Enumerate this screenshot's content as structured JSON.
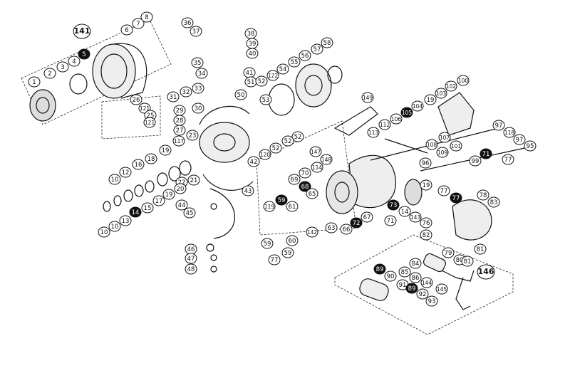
{
  "labels": [
    "1",
    "2",
    "3",
    "4",
    "5",
    "6",
    "7",
    "8",
    "36",
    "37",
    "38",
    "39",
    "40",
    "141",
    "35",
    "34",
    "41",
    "31",
    "32",
    "33",
    "30",
    "29",
    "28",
    "27",
    "26",
    "121",
    "25",
    "121",
    "23",
    "117",
    "19",
    "18",
    "16",
    "10",
    "12",
    "21",
    "22",
    "20",
    "19",
    "17",
    "15",
    "14",
    "13",
    "10",
    "10",
    "43",
    "44",
    "45",
    "46",
    "47",
    "48",
    "50",
    "51",
    "52",
    "122",
    "54",
    "55",
    "56",
    "57",
    "58",
    "53",
    "52",
    "52",
    "52",
    "120",
    "42",
    "149",
    "113",
    "112",
    "106",
    "105",
    "104",
    "19",
    "103",
    "102",
    "100",
    "107",
    "108",
    "101",
    "109",
    "71",
    "99",
    "97",
    "118",
    "97",
    "95",
    "77",
    "96",
    "147",
    "148",
    "114",
    "70",
    "69",
    "68",
    "65",
    "119",
    "59",
    "61",
    "60",
    "142",
    "63",
    "66",
    "67",
    "72",
    "71",
    "73",
    "14",
    "143",
    "76",
    "77",
    "77",
    "78",
    "83",
    "82",
    "79",
    "80",
    "81",
    "81",
    "84",
    "89",
    "90",
    "85",
    "86",
    "144",
    "91",
    "89",
    "92",
    "145",
    "93",
    "146",
    "59",
    "59",
    "77",
    "19"
  ],
  "callouts": {
    "group_141": "141",
    "group_146": "146"
  }
}
